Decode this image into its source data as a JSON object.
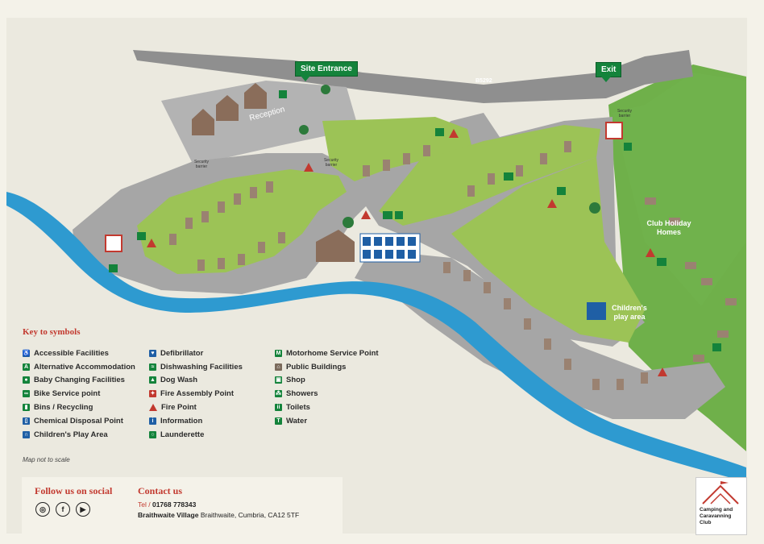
{
  "map": {
    "signs": {
      "site_entrance": "Site Entrance",
      "exit": "Exit"
    },
    "road_label": "B5292",
    "reception_label": "Reception",
    "security_barrier": "Security barrier",
    "club_holiday_homes": "Club Holiday Homes",
    "childrens_play_area": "Children's play area",
    "not_to_scale": "Map not to scale"
  },
  "key": {
    "title": "Key to symbols",
    "col1": [
      {
        "label": "Accessible Facilities",
        "icon": "accessible-icon",
        "color": "#1f5fa5"
      },
      {
        "label": "Alternative Accommodation",
        "icon": "acc-icon",
        "color": "#14833b"
      },
      {
        "label": "Baby Changing Facilities",
        "icon": "baby-changing-icon",
        "color": "#14833b"
      },
      {
        "label": "Bike Service point",
        "icon": "bike-icon",
        "color": "#14833b"
      },
      {
        "label": "Bins / Recycling",
        "icon": "bin-icon",
        "color": "#14833b"
      },
      {
        "label": "Chemical Disposal Point",
        "icon": "chemical-disposal-icon",
        "color": "#1f5fa5"
      },
      {
        "label": "Children's Play Area",
        "icon": "play-area-icon",
        "color": "#1f5fa5"
      }
    ],
    "col2": [
      {
        "label": "Defibrillator",
        "icon": "defibrillator-icon",
        "color": "#1f5fa5"
      },
      {
        "label": "Dishwashing Facilities",
        "icon": "dishwashing-icon",
        "color": "#14833b"
      },
      {
        "label": "Dog Wash",
        "icon": "dog-wash-icon",
        "color": "#14833b"
      },
      {
        "label": "Fire Assembly Point",
        "icon": "fire-assembly-icon",
        "color": "#c2392f"
      },
      {
        "label": "Fire Point",
        "icon": "fire-point-icon",
        "color": "#c2392f"
      },
      {
        "label": "Information",
        "icon": "information-icon",
        "color": "#1f5fa5"
      },
      {
        "label": "Launderette",
        "icon": "launderette-icon",
        "color": "#14833b"
      }
    ],
    "col3": [
      {
        "label": "Motorhome Service Point",
        "icon": "motorhome-icon",
        "color": "#14833b"
      },
      {
        "label": "Public Buildings",
        "icon": "public-building-icon",
        "color": "#7a6a5b"
      },
      {
        "label": "Shop",
        "icon": "shop-icon",
        "color": "#14833b"
      },
      {
        "label": "Showers",
        "icon": "shower-icon",
        "color": "#14833b"
      },
      {
        "label": "Toilets",
        "icon": "toilet-icon",
        "color": "#14833b"
      },
      {
        "label": "Water",
        "icon": "water-icon",
        "color": "#14833b"
      }
    ]
  },
  "footer": {
    "follow_title": "Follow us on social",
    "contact_title": "Contact us",
    "tel_prefix": "Tel /",
    "tel": "01768 778343",
    "site_name": "Braithwaite Village",
    "address": "Braithwaite, Cumbria, CA12 5TF",
    "social": [
      "instagram-icon",
      "facebook-icon",
      "youtube-icon"
    ]
  },
  "logo": {
    "text_line1": "Camping and",
    "text_line2": "Caravanning",
    "text_line3": "Club"
  },
  "colors": {
    "grass": "#9cc356",
    "grass_dark": "#6fb04a",
    "road": "#a9a9a9",
    "river": "#2e9ad0",
    "brand_red": "#c2392f",
    "sign_green": "#14833b"
  }
}
